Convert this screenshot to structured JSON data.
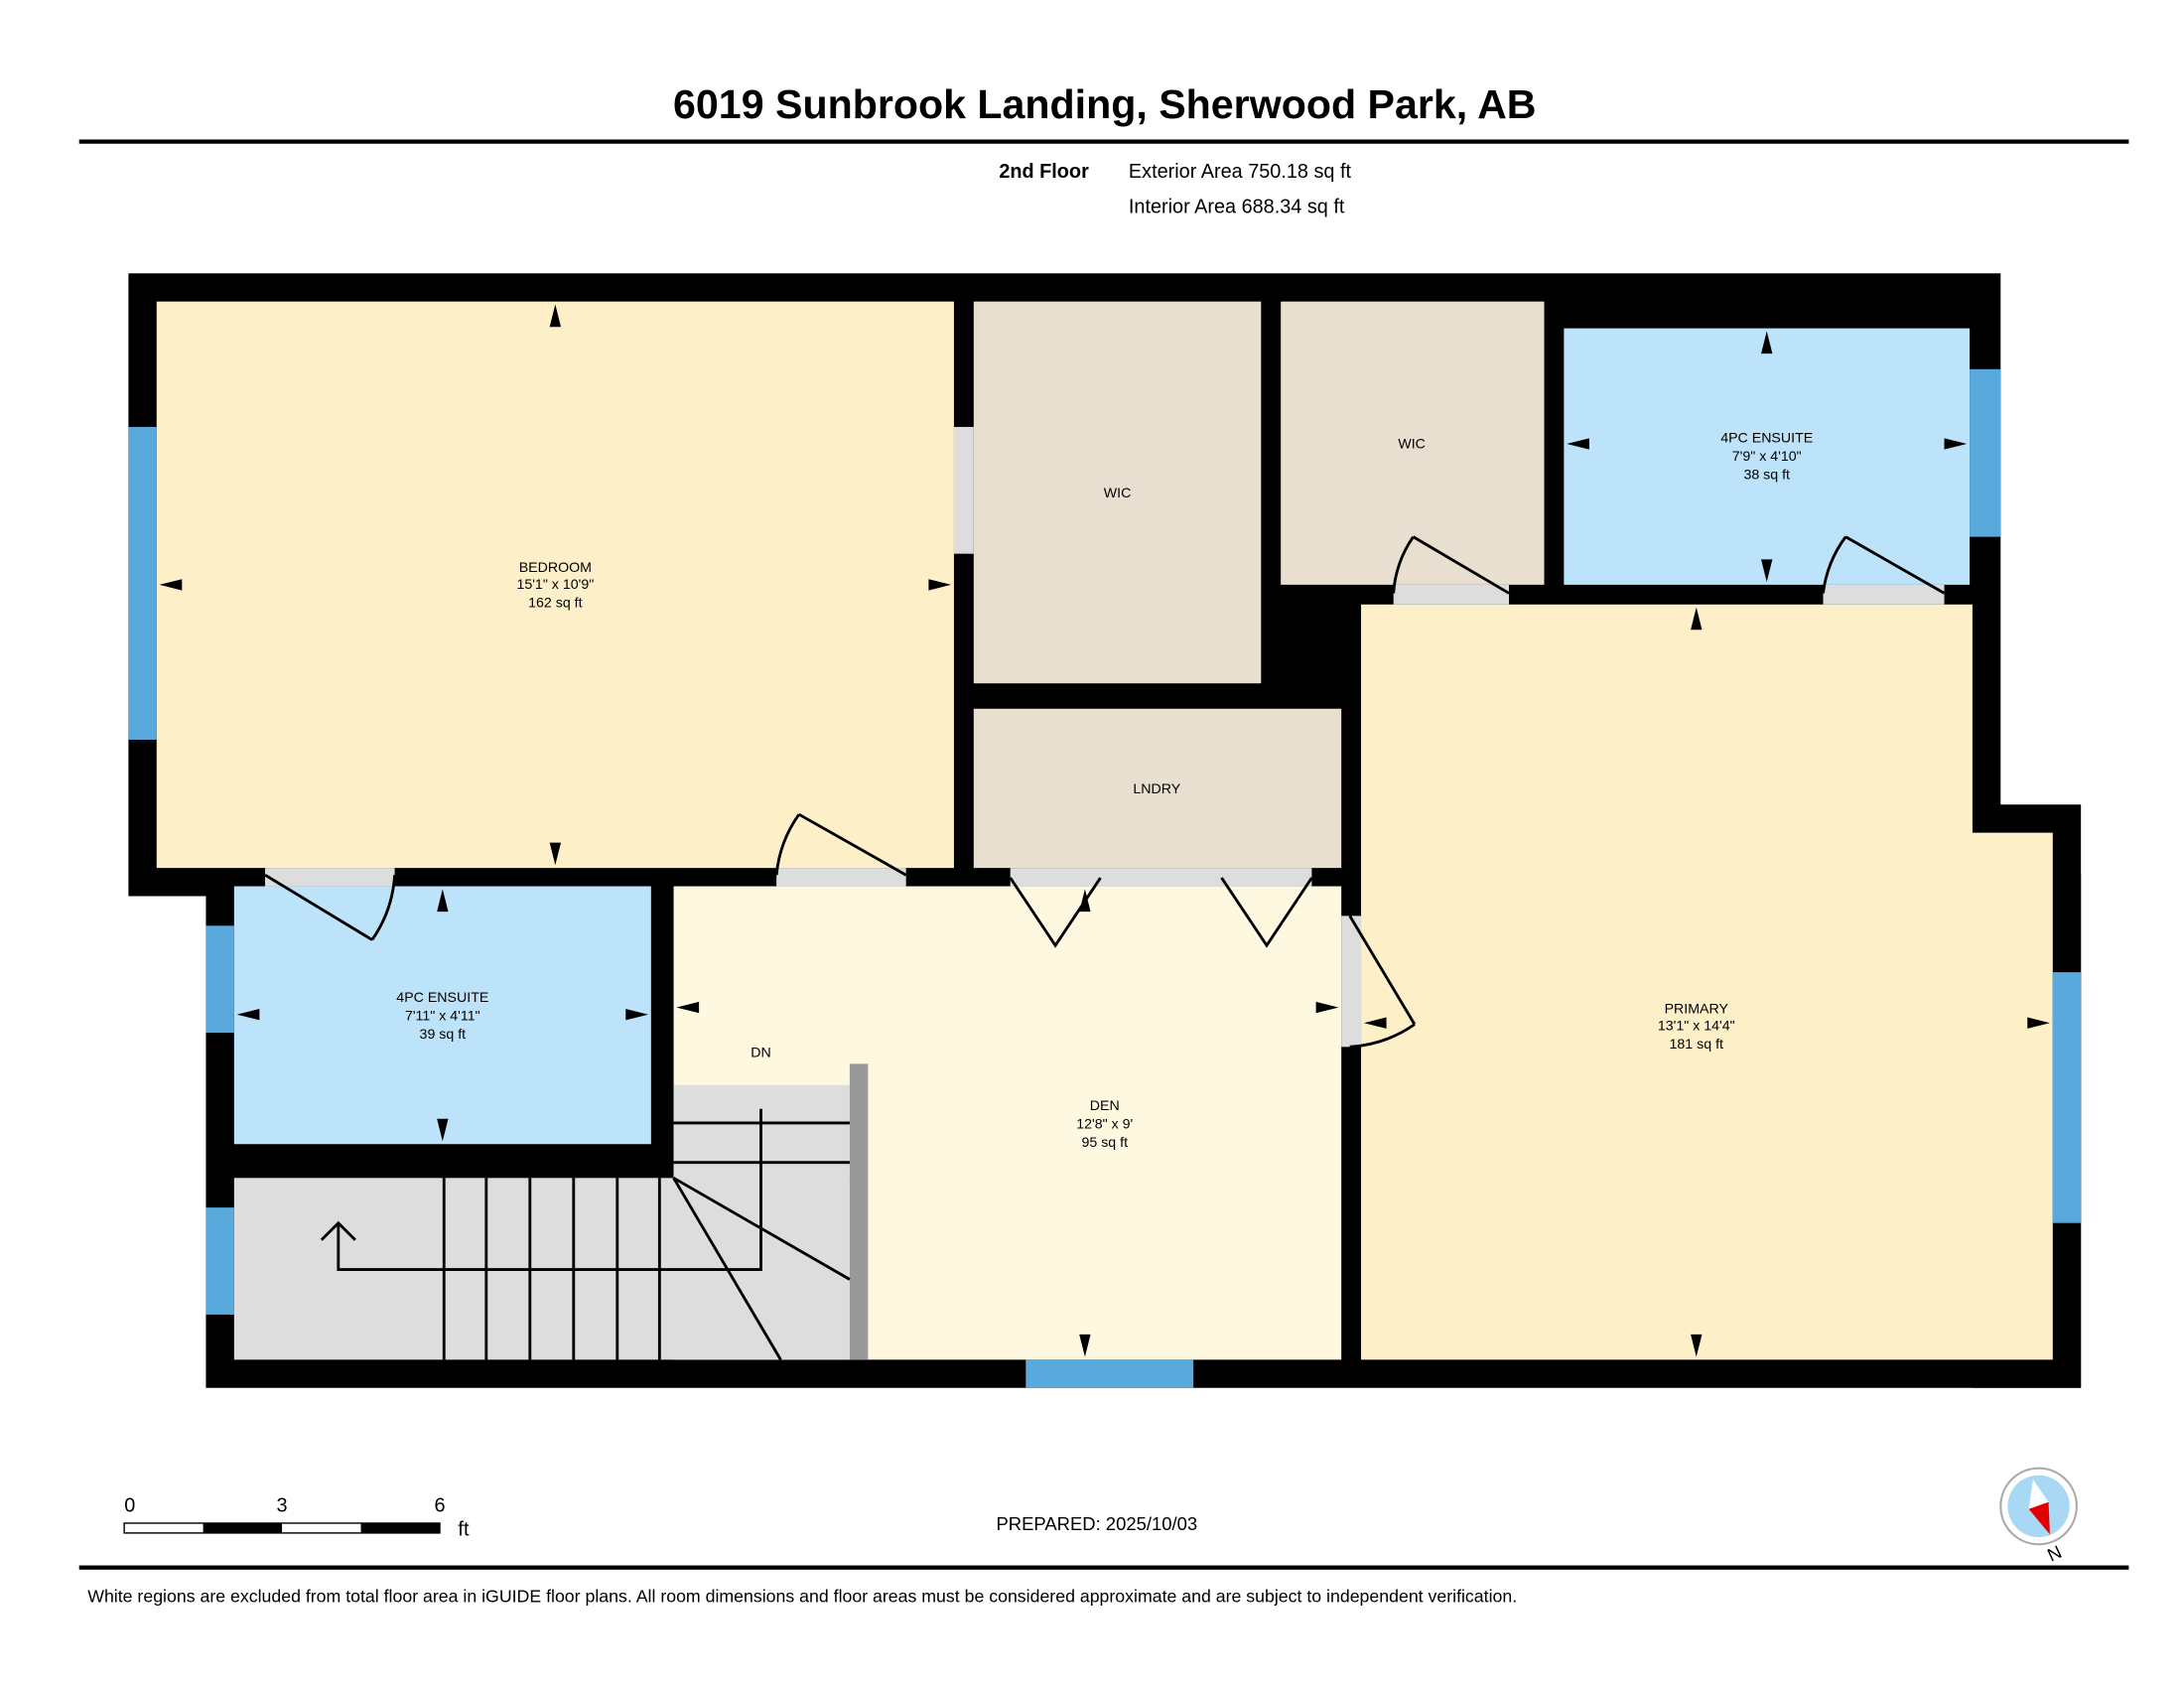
{
  "title": "6019 Sunbrook Landing, Sherwood Park, AB",
  "floor": {
    "name": "2nd Floor",
    "exterior_area": "Exterior Area 750.18 sq ft",
    "interior_area": "Interior Area 688.34 sq ft"
  },
  "rooms": {
    "bedroom": {
      "name": "BEDROOM",
      "dims": "15'1\" x 10'9\"",
      "area": "162 sq ft"
    },
    "wic1": {
      "name": "WIC"
    },
    "wic2": {
      "name": "WIC"
    },
    "ensuite_top": {
      "name": "4PC ENSUITE",
      "dims": "7'9\" x 4'10\"",
      "area": "38 sq ft"
    },
    "laundry": {
      "name": "LNDRY"
    },
    "ensuite_bottom": {
      "name": "4PC ENSUITE",
      "dims": "7'11\" x 4'11\"",
      "area": "39 sq ft"
    },
    "den": {
      "name": "DEN",
      "dims": "12'8\" x 9'",
      "area": "95 sq ft"
    },
    "primary": {
      "name": "PRIMARY",
      "dims": "13'1\" x 14'4\"",
      "area": "181 sq ft"
    },
    "stairs": {
      "label": "DN"
    }
  },
  "scale": {
    "t0": "0",
    "t1": "3",
    "t2": "6",
    "unit": "ft"
  },
  "prepared": "PREPARED: 2025/10/03",
  "compass": {
    "label": "N"
  },
  "footnote": "White regions are excluded from total floor area in iGUIDE floor plans. All room dimensions and floor areas must be considered approximate and are subject to independent verification.",
  "colors": {
    "wall": "#000000",
    "bedroom": "#fdf0c9",
    "closet": "#e8dfd1",
    "bath": "#bde3fa",
    "den": "#fef8e1",
    "stairs": "#dddddd",
    "window": "#5aa9dd"
  }
}
